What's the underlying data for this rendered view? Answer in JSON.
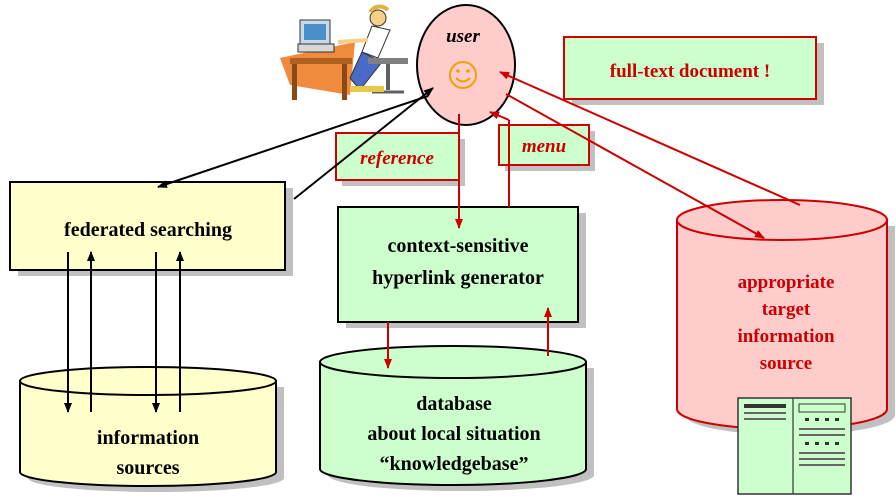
{
  "user": {
    "label": "user",
    "smiley": "☺"
  },
  "federated": {
    "label": "federated searching"
  },
  "info_sources": {
    "line1": "information",
    "line2": "sources"
  },
  "generator": {
    "line1": "context-sensitive",
    "line2": "hyperlink generator"
  },
  "database": {
    "line1": "database",
    "line2": "about local situation",
    "line3": "“knowledgebase”"
  },
  "target": {
    "line1": "appropriate",
    "line2": "target",
    "line3": "information",
    "line4": "source"
  },
  "labels": {
    "reference": "reference",
    "menu": "menu",
    "fulltext": "full-text document !"
  },
  "icons": {
    "person": "person-at-computer-icon",
    "server": "server-computer-icon"
  },
  "colors": {
    "yellow_fill": "#ffffcc",
    "green_fill": "#ccffcc",
    "pink_fill": "#ffcccc",
    "red": "#cc0000",
    "shadow": "#c0c0c0"
  }
}
